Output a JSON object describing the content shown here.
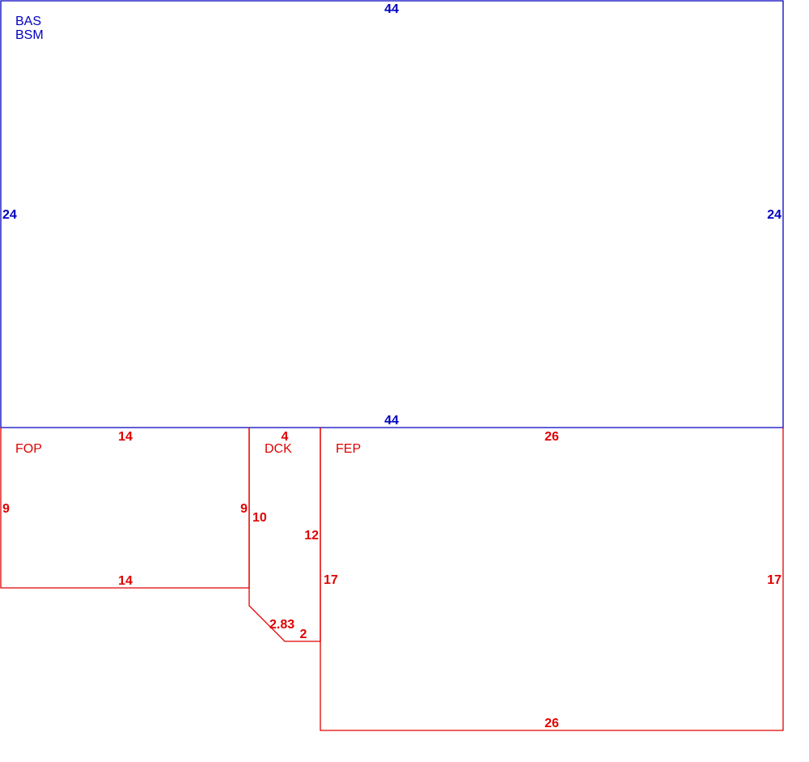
{
  "colors": {
    "main": "#0000c0",
    "attached": "#e00000"
  },
  "bas": {
    "labels": [
      "BAS",
      "BSM"
    ],
    "dims": {
      "top": "44",
      "bottom": "44",
      "left": "24",
      "right": "24"
    }
  },
  "fop": {
    "label": "FOP",
    "dims": {
      "top": "14",
      "bottom": "14",
      "left": "9",
      "right": "9"
    }
  },
  "dck": {
    "label": "DCK",
    "dims": {
      "top": "4",
      "left": "10",
      "right": "12",
      "diagonal": "2.83",
      "bottom": "2"
    }
  },
  "fep": {
    "label": "FEP",
    "dims": {
      "top": "26",
      "bottom": "26",
      "left": "17",
      "right": "17"
    }
  }
}
